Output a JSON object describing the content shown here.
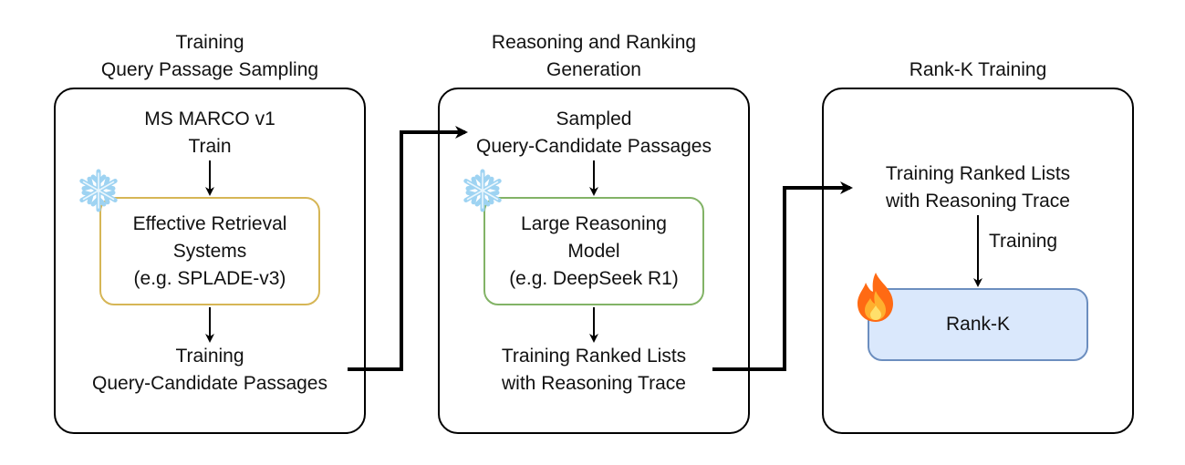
{
  "colors": {
    "frozen_box_border": "#d6b656",
    "model_box_border": "#82b366",
    "rankk_box_fill": "#dae8fc",
    "rankk_box_border": "#6c8ebf",
    "snowflake": "#9ed3f2",
    "flame": "#ff7a1a"
  },
  "icons": {
    "frozen": "snowflake-icon",
    "trainable": "flame-icon"
  },
  "stage1": {
    "title": "Training\nQuery Passage Sampling",
    "source": "MS MARCO v1\nTrain",
    "box": "Effective Retrieval\nSystems\n(e.g. SPLADE-v3)",
    "output": "Training\nQuery-Candidate Passages"
  },
  "stage2": {
    "title": "Reasoning and Ranking\nGeneration",
    "input": "Sampled\nQuery-Candidate Passages",
    "box": "Large Reasoning\nModel\n(e.g. DeepSeek R1)",
    "output": "Training Ranked Lists\nwith Reasoning Trace"
  },
  "stage3": {
    "title": "Rank-K Training",
    "input": "Training Ranked Lists\nwith Reasoning Trace",
    "edge_label": "Training",
    "box": "Rank-K"
  }
}
